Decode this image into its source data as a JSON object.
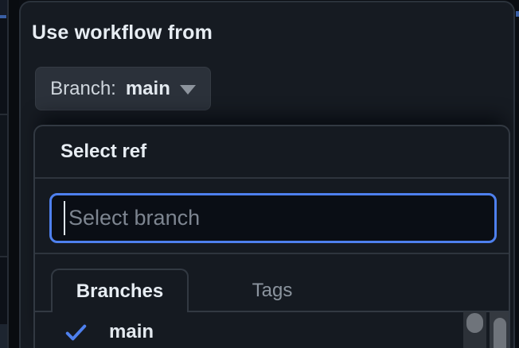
{
  "colors": {
    "accent_blue": "#4e80ee",
    "check_blue": "#4e80ee",
    "popup_background": "#161b22",
    "panel_background": "#151a21",
    "border": "#323942",
    "placeholder_gray": "#7d8590",
    "scrollbar_thumb": "#6f747b"
  },
  "dialog": {
    "title": "Use workflow from",
    "branch_button": {
      "prefix": "Branch:",
      "branch": "main"
    },
    "ref_selector": {
      "header": "Select ref",
      "search": {
        "placeholder": "Select branch",
        "value": ""
      },
      "tabs": [
        {
          "label": "Branches",
          "active": true
        },
        {
          "label": "Tags",
          "active": false
        }
      ],
      "items": [
        {
          "name": "main",
          "selected": true
        }
      ]
    }
  }
}
